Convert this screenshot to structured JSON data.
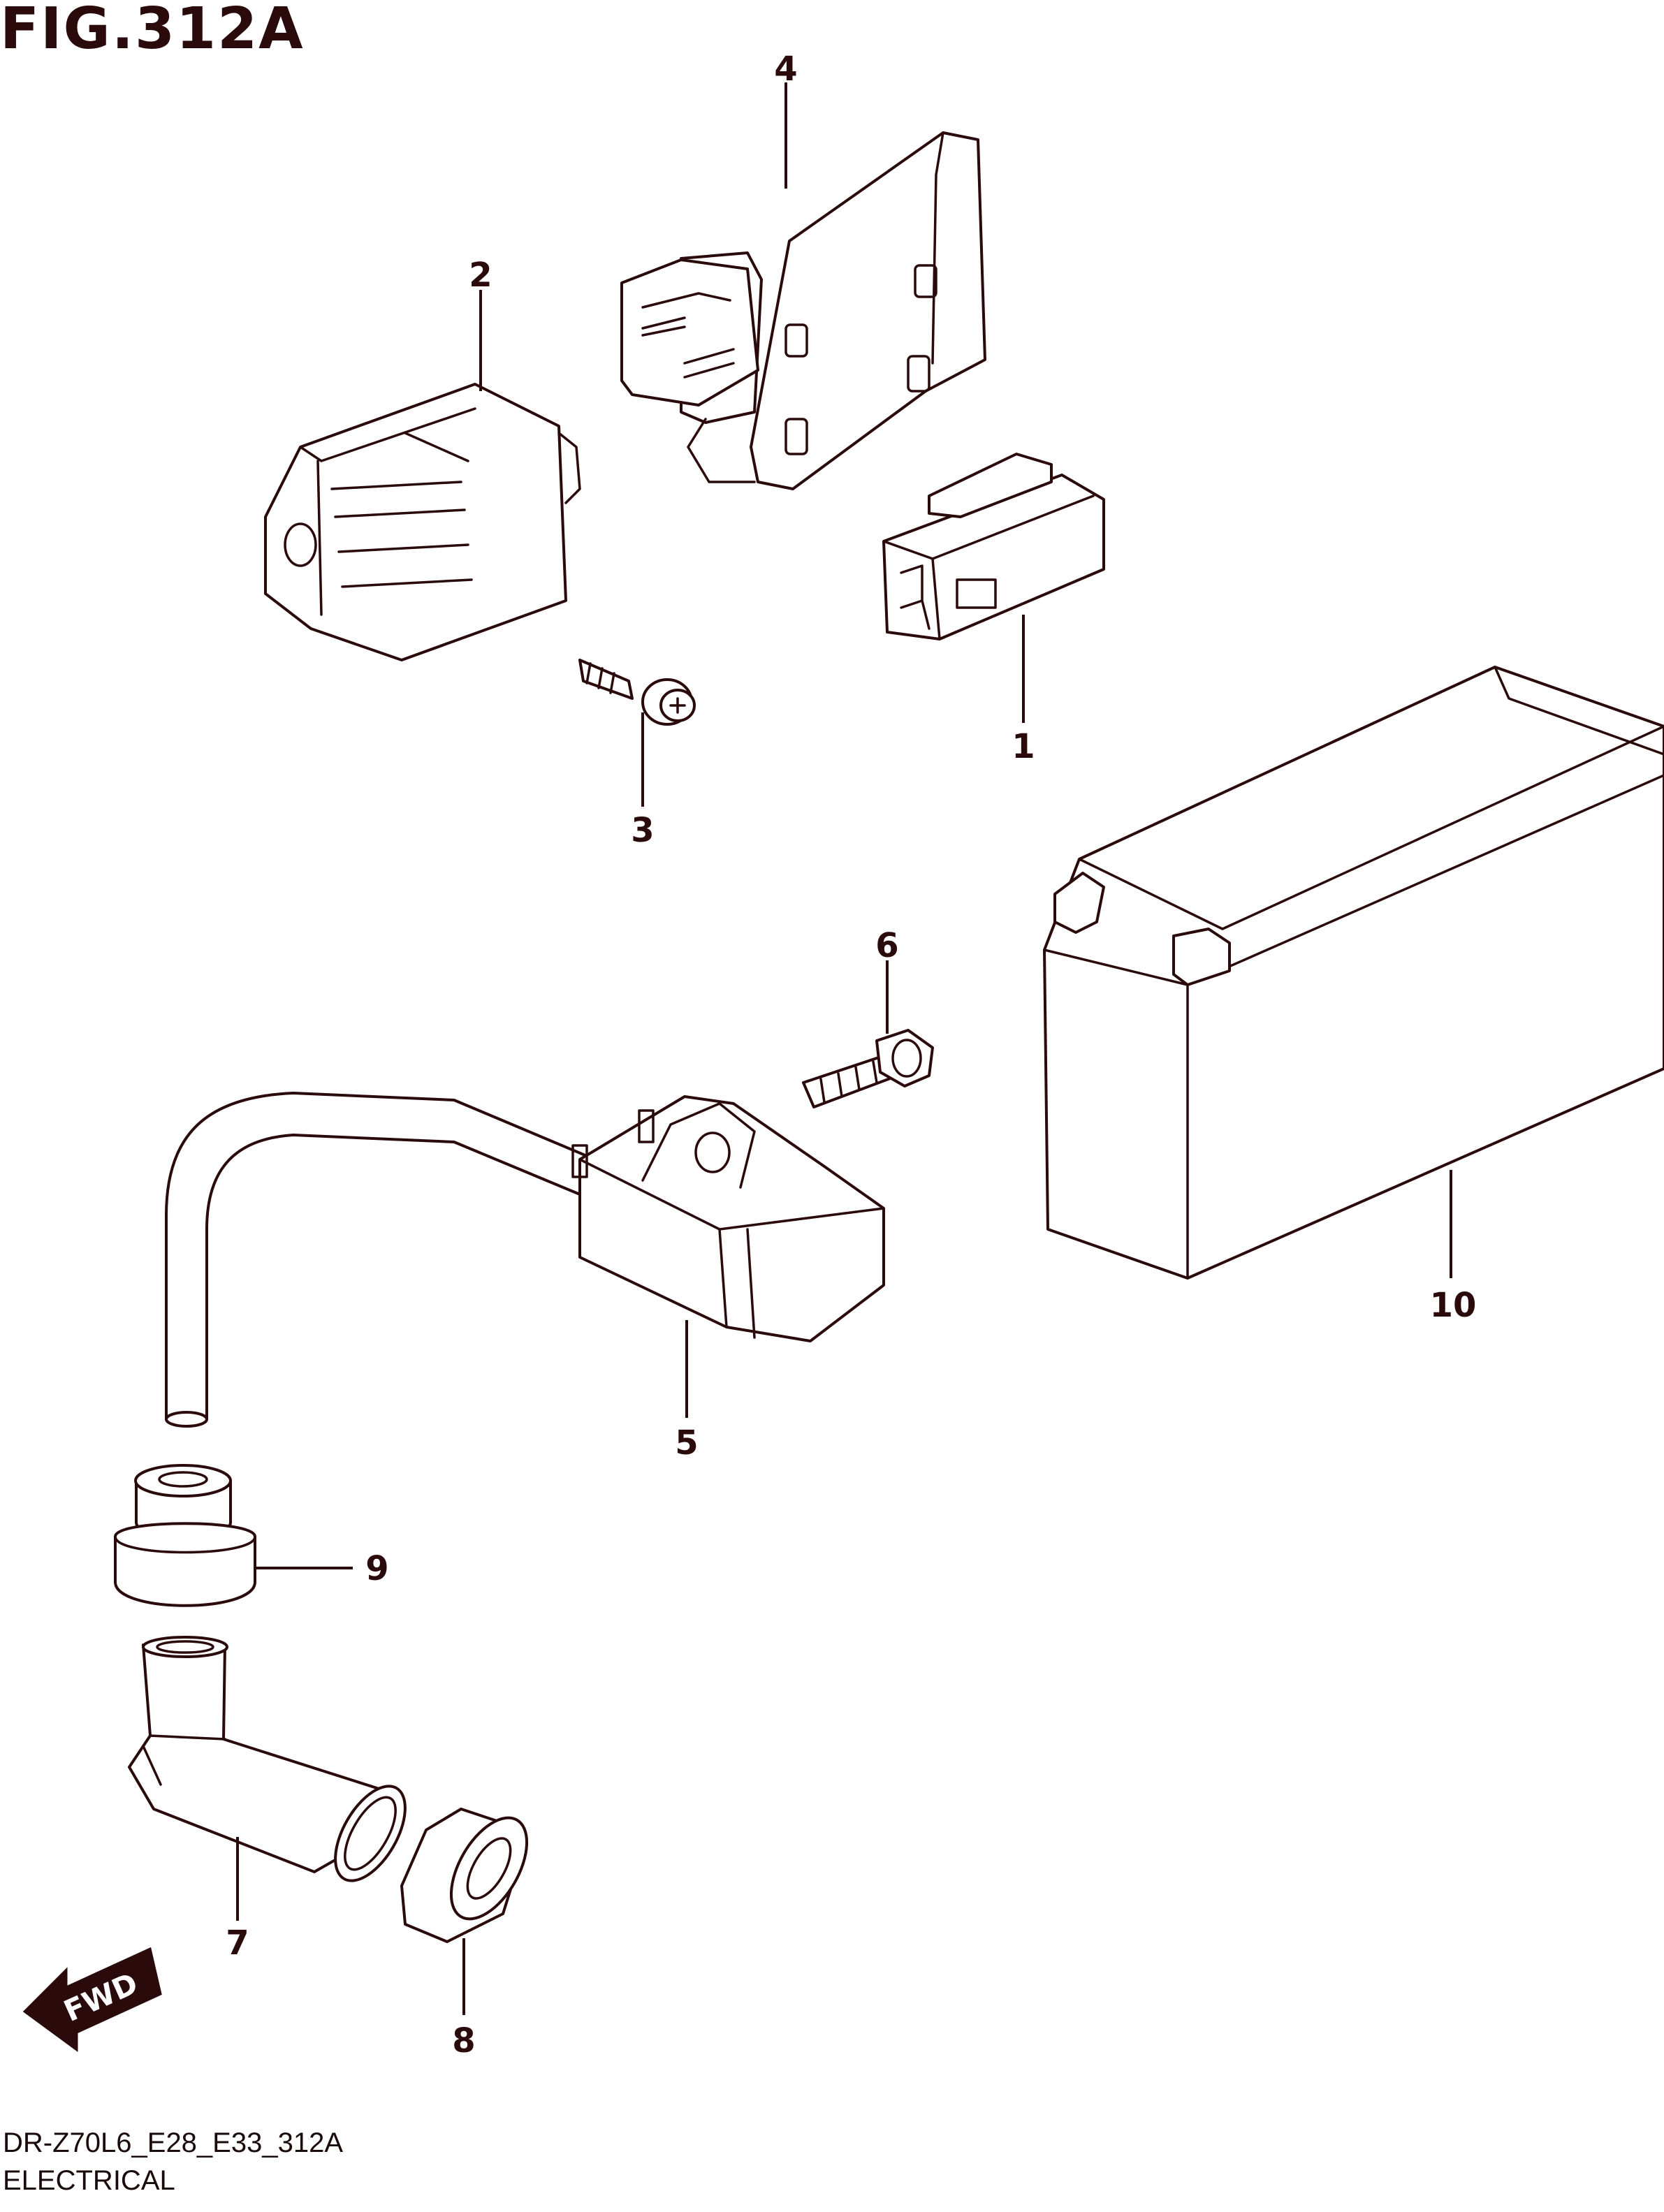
{
  "figure": {
    "title": "FIG.312A",
    "code": "DR-Z70L6_E28_E33_312A",
    "name": "ELECTRICAL"
  },
  "callouts": [
    "1",
    "2",
    "3",
    "4",
    "5",
    "6",
    "7",
    "8",
    "9",
    "10"
  ],
  "fwd_label": "FWD",
  "colors": {
    "ink": "#2a0a0a",
    "paper": "#ffffff"
  }
}
